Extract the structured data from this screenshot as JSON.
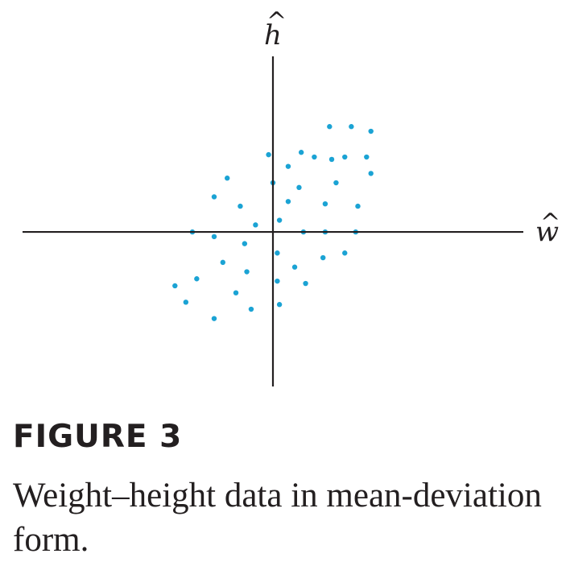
{
  "figure": {
    "title": "FIGURE 3",
    "caption": "Weight–height data in mean-deviation form."
  },
  "chart_data": {
    "type": "scatter",
    "title": "",
    "xlabel": "w",
    "ylabel": "h",
    "label_accent": "^",
    "xlim": [
      -11.5,
      11.5
    ],
    "ylim": [
      -6.6,
      7.5
    ],
    "grid": false,
    "legend": "none",
    "point_color": "#1ba3d4",
    "axis_color": "#231f20",
    "points": [
      [
        2.6,
        4.5
      ],
      [
        3.6,
        4.5
      ],
      [
        4.5,
        4.3
      ],
      [
        1.3,
        3.4
      ],
      [
        1.9,
        3.2
      ],
      [
        2.7,
        3.1
      ],
      [
        3.3,
        3.2
      ],
      [
        4.3,
        3.2
      ],
      [
        -2.1,
        2.3
      ],
      [
        -0.2,
        3.3
      ],
      [
        0.7,
        2.8
      ],
      [
        4.5,
        2.5
      ],
      [
        0.0,
        2.1
      ],
      [
        1.2,
        1.9
      ],
      [
        2.9,
        2.1
      ],
      [
        -2.7,
        1.5
      ],
      [
        -1.5,
        1.1
      ],
      [
        0.7,
        1.3
      ],
      [
        2.4,
        1.2
      ],
      [
        3.9,
        1.1
      ],
      [
        -0.8,
        0.3
      ],
      [
        0.3,
        0.5
      ],
      [
        -3.7,
        0.0
      ],
      [
        -2.7,
        -0.2
      ],
      [
        1.4,
        0.0
      ],
      [
        2.4,
        0.0
      ],
      [
        3.8,
        0.0
      ],
      [
        -1.3,
        -0.5
      ],
      [
        0.2,
        -0.9
      ],
      [
        2.3,
        -1.1
      ],
      [
        3.3,
        -0.9
      ],
      [
        -2.3,
        -1.3
      ],
      [
        1.0,
        -1.5
      ],
      [
        -1.2,
        -1.7
      ],
      [
        -3.5,
        -2.0
      ],
      [
        -4.5,
        -2.3
      ],
      [
        0.2,
        -2.1
      ],
      [
        1.5,
        -2.2
      ],
      [
        -1.7,
        -2.6
      ],
      [
        -4.0,
        -3.0
      ],
      [
        0.3,
        -3.1
      ],
      [
        -1.0,
        -3.3
      ],
      [
        -2.7,
        -3.7
      ]
    ]
  }
}
